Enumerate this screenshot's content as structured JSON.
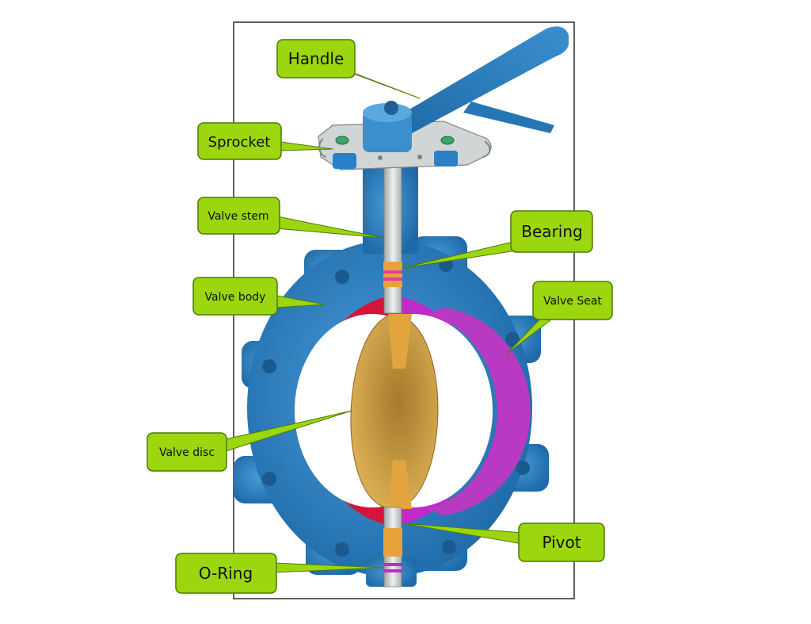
{
  "labels": {
    "handle": "Handle",
    "sprocket": "Sprocket",
    "valve_stem": "Valve stem",
    "bearing": "Bearing",
    "valve_body": "Valve body",
    "valve_seat": "Valve Seat",
    "valve_disc": "Valve disc",
    "pivot": "Pivot",
    "o_ring": "O-Ring"
  },
  "colors": {
    "body": "#2b7fc4",
    "body_dark": "#1f5f96",
    "seat_front": "#d4143c",
    "seat_back": "#b52ac4",
    "disc": "#c9972f",
    "stem": "#d9dcdc",
    "bushing": "#e8a23a",
    "sprocket": "#d2d5d6",
    "label_fill": "#9bd60e"
  }
}
